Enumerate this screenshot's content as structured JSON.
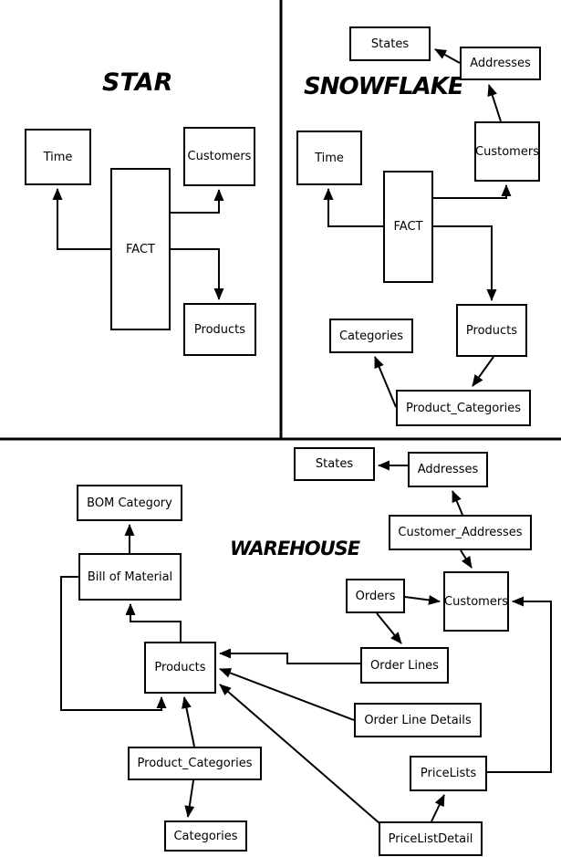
{
  "colors": {
    "background": "#ffffff",
    "line": "#000000",
    "box_fill": "#ffffff",
    "text": "#000000"
  },
  "star": {
    "title": "STAR",
    "nodes": {
      "time": {
        "label": "Time"
      },
      "customers": {
        "label": "Customers"
      },
      "fact": {
        "label": "FACT"
      },
      "products": {
        "label": "Products"
      }
    },
    "edges": [
      {
        "from": "FACT",
        "to": "Time"
      },
      {
        "from": "FACT",
        "to": "Customers"
      },
      {
        "from": "FACT",
        "to": "Products"
      }
    ]
  },
  "snowflake": {
    "title": "SNOWFLAKE",
    "nodes": {
      "states": {
        "label": "States"
      },
      "addresses": {
        "label": "Addresses"
      },
      "time": {
        "label": "Time"
      },
      "customers": {
        "label": "Customers"
      },
      "fact": {
        "label": "FACT"
      },
      "categories": {
        "label": "Categories"
      },
      "products": {
        "label": "Products"
      },
      "product_categories": {
        "label": "Product_Categories"
      }
    },
    "edges": [
      {
        "from": "Addresses",
        "to": "States"
      },
      {
        "from": "Customers",
        "to": "Addresses"
      },
      {
        "from": "FACT",
        "to": "Customers"
      },
      {
        "from": "FACT",
        "to": "Time"
      },
      {
        "from": "FACT",
        "to": "Products"
      },
      {
        "from": "Products",
        "to": "Product_Categories"
      },
      {
        "from": "Product_Categories",
        "to": "Categories"
      }
    ]
  },
  "warehouse": {
    "title": "WAREHOUSE",
    "nodes": {
      "states": {
        "label": "States"
      },
      "addresses": {
        "label": "Addresses"
      },
      "customer_addresses": {
        "label": "Customer_Addresses"
      },
      "bom_category": {
        "label": "BOM Category"
      },
      "bill_of_material": {
        "label": "Bill of Material"
      },
      "orders": {
        "label": "Orders"
      },
      "customers": {
        "label": "Customers"
      },
      "products": {
        "label": "Products"
      },
      "order_lines": {
        "label": "Order Lines"
      },
      "order_line_details": {
        "label": "Order Line Details"
      },
      "product_categories": {
        "label": "Product_Categories"
      },
      "pricelists": {
        "label": "PriceLists"
      },
      "categories": {
        "label": "Categories"
      },
      "pricelistdetail": {
        "label": "PriceListDetail"
      }
    },
    "edges": [
      {
        "from": "Addresses",
        "to": "States"
      },
      {
        "from": "Customer_Addresses",
        "to": "Addresses"
      },
      {
        "from": "Customer_Addresses",
        "to": "Customers"
      },
      {
        "from": "Orders",
        "to": "Customers"
      },
      {
        "from": "Orders",
        "to": "Order Lines"
      },
      {
        "from": "Order Lines",
        "to": "Products"
      },
      {
        "from": "Order Line Details",
        "to": "Products"
      },
      {
        "from": "PriceListDetail",
        "to": "Products"
      },
      {
        "from": "Product_Categories",
        "to": "Products"
      },
      {
        "from": "Product_Categories",
        "to": "Categories"
      },
      {
        "from": "Bill of Material",
        "to": "BOM Category"
      },
      {
        "from": "Products",
        "to": "Bill of Material"
      },
      {
        "from": "Bill of Material",
        "to": "Products"
      },
      {
        "from": "PriceLists",
        "to": "Customers"
      },
      {
        "from": "PriceListDetail",
        "to": "PriceLists"
      }
    ]
  }
}
